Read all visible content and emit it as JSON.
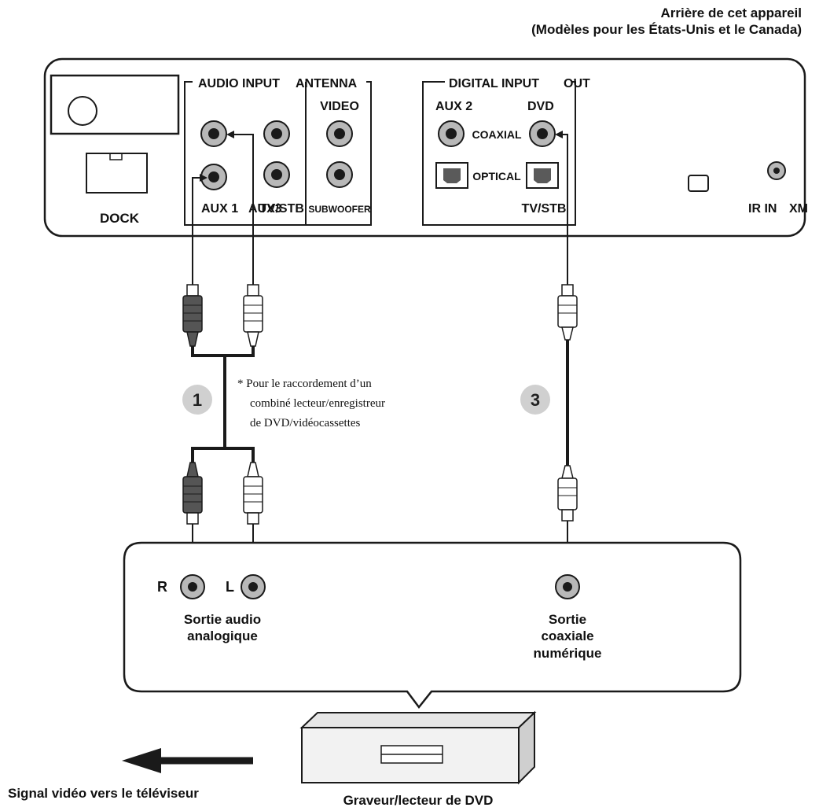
{
  "header": {
    "line1": "Arrière de cet appareil",
    "line2": "(Modèles pour les États-Unis et le Canada)"
  },
  "panel": {
    "dock_label": "DOCK",
    "audio_input_label": "AUDIO INPUT",
    "antenna_label": "ANTENNA",
    "video_label": "VIDEO",
    "aux1_label": "AUX 1",
    "aux3_label": "AUX3",
    "tvstb_label": "TV/STB",
    "subwoofer_label": "SUBWOOFER",
    "digital_input_label": "DIGITAL INPUT",
    "out_label": "OUT",
    "aux2_label": "AUX 2",
    "dvd_label": "DVD",
    "coaxial_label": "COAXIAL",
    "optical_label": "OPTICAL",
    "digital_tvstb_label": "TV/STB",
    "ir_in_label": "IR IN",
    "xm_label": "XM"
  },
  "cables": {
    "badge_1": "1",
    "badge_3": "3",
    "note": {
      "line1": "* Pour le raccordement d’un",
      "line2": "combiné lecteur/enregistreur",
      "line3": "de DVD/vidéocassettes"
    }
  },
  "device": {
    "r_label": "R",
    "l_label": "L",
    "analog_out_line1": "Sortie audio",
    "analog_out_line2": "analogique",
    "coax_out_line1": "Sortie",
    "coax_out_line2": "coaxiale",
    "coax_out_line3": "numérique",
    "device_name": "Graveur/lecteur de DVD"
  },
  "footer": {
    "video_signal": "Signal vidéo vers le téléviseur"
  },
  "colors": {
    "stroke": "#1a1a1a",
    "jack_outer": "#b8b8b8",
    "badge_fill": "#d0d0d0"
  }
}
